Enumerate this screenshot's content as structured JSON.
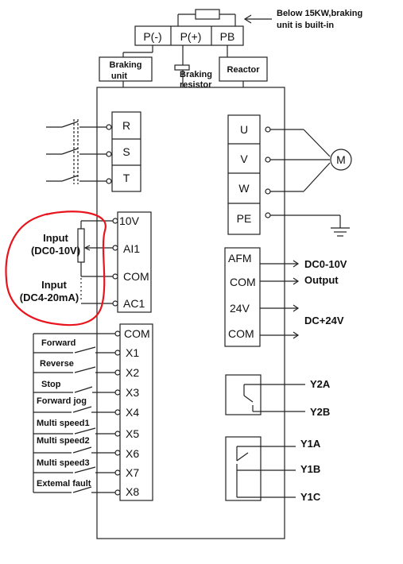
{
  "notes": {
    "braking_builtin": [
      "Below 15KW,braking",
      "unit is built-in"
    ]
  },
  "top_terminals": [
    "P(-)",
    "P(+)",
    "PB"
  ],
  "components": {
    "braking_unit": [
      "Braking",
      "unit"
    ],
    "braking_resistor": [
      "Braking",
      "resistor"
    ],
    "reactor": "Reactor",
    "motor": "M"
  },
  "power_input": [
    "R",
    "S",
    "T"
  ],
  "power_output": [
    "U",
    "V",
    "W",
    "PE"
  ],
  "analog_inputs": {
    "terminals": [
      "10V",
      "AI1",
      "COM",
      "AC1"
    ],
    "voltage_label": [
      "Input",
      "(DC0-10V)"
    ],
    "current_label": [
      "Input",
      "(DC4-20mA)"
    ]
  },
  "digital_inputs": {
    "terminals": [
      "COM",
      "X1",
      "X2",
      "X3",
      "X4",
      "X5",
      "X6",
      "X7",
      "X8"
    ],
    "labels": [
      "Forward",
      "Reverse",
      "Stop",
      "Forward jog",
      "Multi speed1",
      "Multi speed2",
      "Multi speed3",
      "Extemal fault"
    ]
  },
  "analog_outputs": {
    "terminals": [
      "AFM",
      "COM",
      "24V",
      "COM"
    ],
    "labels": [
      "DC0-10V",
      "Output",
      "DC+24V"
    ]
  },
  "relay_outputs": {
    "relay2": [
      "Y2A",
      "Y2B"
    ],
    "relay1": [
      "Y1A",
      "Y1B",
      "Y1C"
    ]
  },
  "colors": {
    "line": "#222222",
    "highlight": "#e8141e"
  }
}
